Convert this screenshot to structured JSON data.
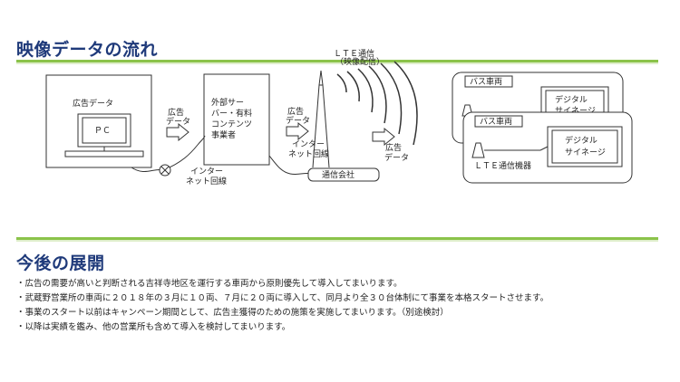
{
  "section1": {
    "title": "映像データの流れ"
  },
  "diagram": {
    "ad_data_label": "広告データ",
    "pc_label": "ＰＣ",
    "contractor_lines": [
      "外部サー",
      "バー・有料",
      "コンテンツ",
      "事業者"
    ],
    "arrow1_label": [
      "広告",
      "データ"
    ],
    "arrow2_label": [
      "広告",
      "データ"
    ],
    "arrow3_label": [
      "広告",
      "データ"
    ],
    "internet1_label": [
      "インター",
      "ネット回線"
    ],
    "internet2_label": [
      "インター",
      "ネット回線"
    ],
    "carrier_label": "通信会社",
    "lte_label": [
      "ＬＴＥ通信",
      "（映像配信）"
    ],
    "bus_back": {
      "title": "バス車両",
      "signage": [
        "デジタル",
        "サイネージ"
      ]
    },
    "bus_front": {
      "title": "バス車両",
      "signage": [
        "デジタル",
        "サイネージ"
      ],
      "device": "ＬＴＥ通信機器"
    }
  },
  "section2": {
    "title": "今後の展開",
    "bullets": [
      "・広告の需要が高いと判断される吉祥寺地区を運行する車両から原則優先して導入してまいります。",
      "・武蔵野営業所の車両に２０１８年の３月に１０両、７月に２０両に導入して、同月より全３０台体制にて事業を本格スタートさせます。",
      "・事業のスタート以前はキャンペーン期間として、広告主獲得のための施策を実施してまいります。（別途検討）",
      "・以降は実績を鑑み、他の営業所も含めて導入を検討してまいります。"
    ]
  },
  "colors": {
    "title": "#1f3a7a",
    "rule": "#8bc34a"
  }
}
